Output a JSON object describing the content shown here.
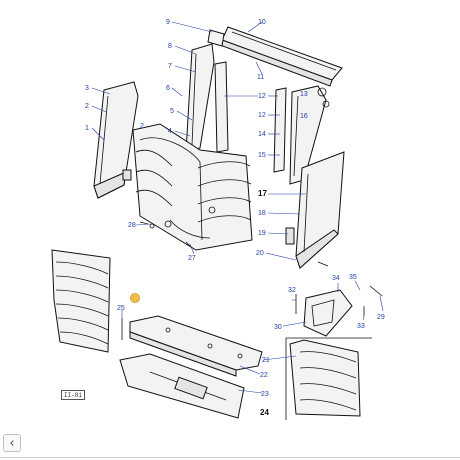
{
  "callouts": {
    "c1": "1",
    "c2a": "2",
    "c2b": "2",
    "c3": "3",
    "c4": "4",
    "c5": "5",
    "c6": "6",
    "c7": "7",
    "c8": "8",
    "c9": "9",
    "c10": "10",
    "c11": "11",
    "c12a": "12",
    "c12b": "12",
    "c13": "13",
    "c14": "14",
    "c15": "15",
    "c16": "16",
    "c17": "17",
    "c18": "18",
    "c19": "19",
    "c20": "20",
    "c21": "21",
    "c22": "22",
    "c23": "23",
    "c24": "24",
    "c25": "25",
    "c27": "27",
    "c28": "28",
    "c29": "29",
    "c30": "30",
    "c32": "32",
    "c33": "33",
    "c34": "34",
    "c35": "35"
  },
  "page_code": "II-81",
  "nav": {
    "back_icon": "‹"
  },
  "colors": {
    "callout": "#1f3fa8",
    "highlight": "#f2c04a",
    "line": "#111111"
  }
}
